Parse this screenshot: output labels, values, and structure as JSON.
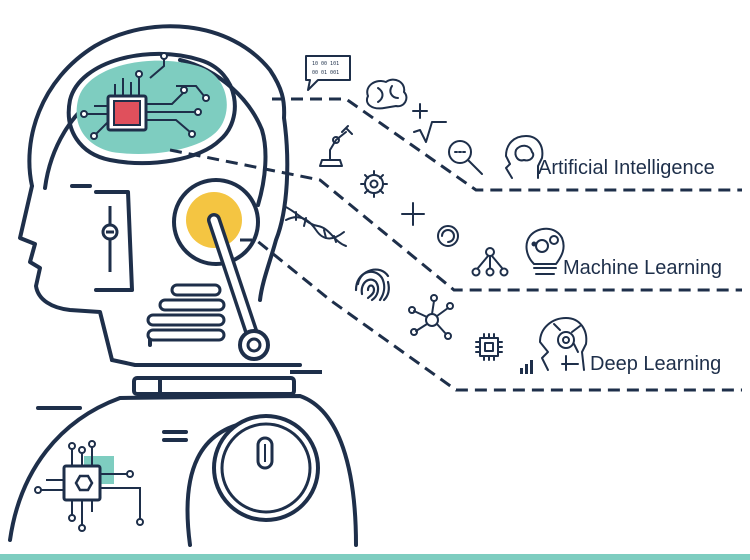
{
  "labels": {
    "ai": "Artificial Intelligence",
    "ml": "Machine Learning",
    "dl": "Deep Learning"
  },
  "speech_bubble": {
    "line1": "10 00 101",
    "line2": "00 01 001"
  },
  "colors": {
    "navy": "#1e2f4a",
    "teal": "#7ecdc0",
    "red": "#e0505c",
    "yellow": "#f4c542",
    "bg": "#ffffff"
  },
  "icons": [
    "speech-bubble-icon",
    "brain-icon",
    "square-root-icon",
    "robotic-arm-icon",
    "magnifier-icon",
    "head-brain-icon",
    "gear-icon",
    "dna-icon",
    "plus-icon",
    "target-icon",
    "network-icon",
    "lightbulb-gears-icon",
    "fingerprint-icon",
    "hub-network-icon",
    "chip-icon",
    "bar-chart-icon",
    "cyber-head-icon"
  ]
}
